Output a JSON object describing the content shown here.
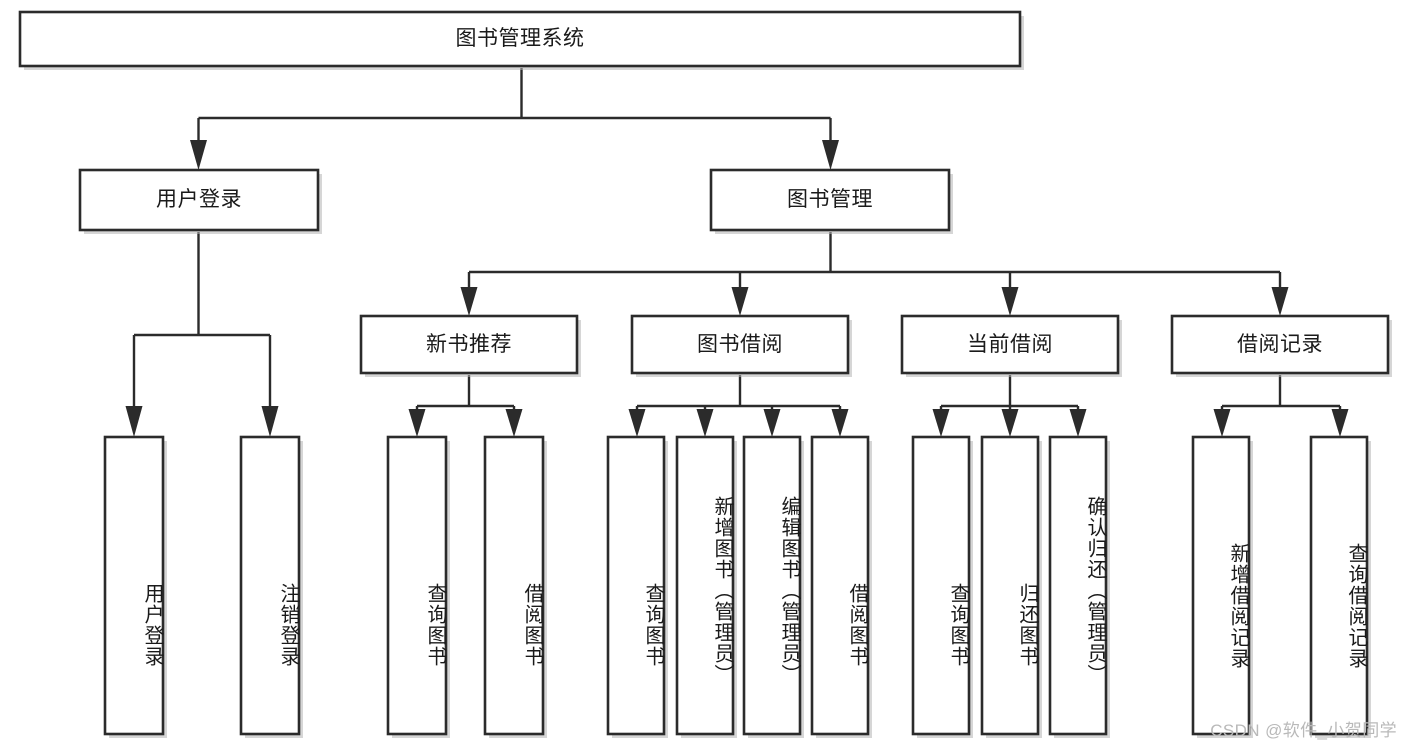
{
  "diagram": {
    "title": "图书管理系统",
    "type": "hierarchy-tree",
    "watermark": "CSDN @软件_小贺同学",
    "colors": {
      "box_fill": "#ffffff",
      "box_stroke": "#2b2b2b",
      "connector": "#2b2b2b",
      "text": "#1a1a1a",
      "watermark": "#b9b9b9",
      "background": "#ffffff"
    },
    "nodes": {
      "root": {
        "label": "图书管理系统"
      },
      "level2": [
        {
          "id": "user-login",
          "label": "用户登录"
        },
        {
          "id": "book-management",
          "label": "图书管理"
        }
      ],
      "level3": [
        {
          "id": "new-book-recommend",
          "label": "新书推荐"
        },
        {
          "id": "book-borrow",
          "label": "图书借阅"
        },
        {
          "id": "current-borrow",
          "label": "当前借阅"
        },
        {
          "id": "borrow-record",
          "label": "借阅记录"
        }
      ],
      "leaves": {
        "user_login": [
          {
            "id": "leaf-user-login",
            "label": "用户登录"
          },
          {
            "id": "leaf-logout",
            "label": "注销登录"
          }
        ],
        "new_book_recommend": [
          {
            "id": "leaf-query-book-1",
            "label": "查询图书"
          },
          {
            "id": "leaf-borrow-book-1",
            "label": "借阅图书"
          }
        ],
        "book_borrow": [
          {
            "id": "leaf-query-book-2",
            "label": "查询图书"
          },
          {
            "id": "leaf-add-book",
            "label": "新增图书（管理员）"
          },
          {
            "id": "leaf-edit-book",
            "label": "编辑图书（管理员）"
          },
          {
            "id": "leaf-borrow-book-2",
            "label": "借阅图书"
          }
        ],
        "current_borrow": [
          {
            "id": "leaf-query-book-3",
            "label": "查询图书"
          },
          {
            "id": "leaf-return-book",
            "label": "归还图书"
          },
          {
            "id": "leaf-confirm-return",
            "label": "确认归还（管理员）"
          }
        ],
        "borrow_record": [
          {
            "id": "leaf-add-record",
            "label": "新增借阅记录"
          },
          {
            "id": "leaf-query-record",
            "label": "查询借阅记录"
          }
        ]
      }
    }
  }
}
